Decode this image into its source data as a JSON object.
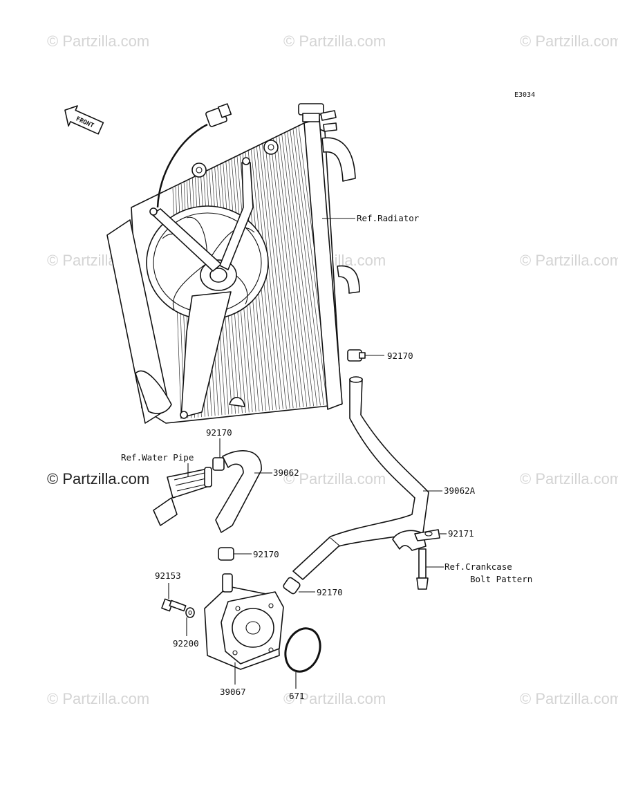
{
  "diagram_code": "E3034",
  "front_arrow_label": "FRONT",
  "watermark": {
    "faded": "© Partzilla.com",
    "prominent": "© Partzilla.com"
  },
  "references": {
    "radiator": "Ref.Radiator",
    "water_pipe": "Ref.Water Pipe",
    "crankcase_line1": "Ref.Crankcase",
    "crankcase_line2": "Bolt Pattern"
  },
  "part_numbers": {
    "clamp_upper_hose": "92170",
    "clamp_water_pipe": "92170",
    "hose": "39062",
    "hose_a": "39062A",
    "clamp_cooler_top": "92170",
    "clamp_cooler_outlet": "92170",
    "clamp_bracket": "92171",
    "bolt": "92153",
    "washer": "92200",
    "oil_cooler": "39067",
    "o_ring": "671"
  },
  "colors": {
    "line": "#111111",
    "watermark_faded": "#d4d4d4",
    "watermark_prominent": "#222222"
  }
}
